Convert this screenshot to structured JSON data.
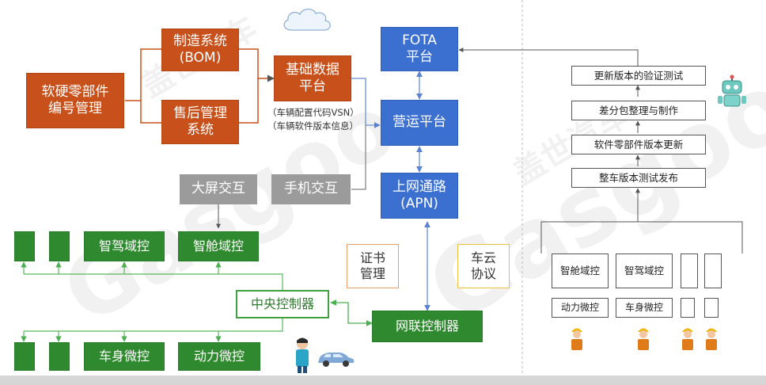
{
  "left": {
    "part_mgmt": "软硬零部件\n编号管理",
    "manufacturing": "制造系统\n(BOM)",
    "after_sales": "售后管理\n系统",
    "base_data": "基础数据\n平台",
    "note": "（车辆配置代码VSN）\n（车辆软件版本信息）",
    "big_screen": "大屏交互",
    "phone": "手机交互",
    "fota": "FOTA\n平台",
    "operation": "营运平台",
    "apn": "上网通路\n(APN)",
    "cert": "证书\n管理",
    "cloud_proto": "车云\n协议",
    "smart_drive": "智驾域控",
    "smart_cabin": "智舱域控",
    "central": "中央控制器",
    "gateway": "网联控制器",
    "body_mcu": "车身微控",
    "power_mcu": "动力微控"
  },
  "right": {
    "step_verify": "更新版本的验证测试",
    "step_diff": "差分包整理与制作",
    "step_update": "软件零部件版本更新",
    "step_release": "整车版本测试发布",
    "cabin": "智舱域控",
    "drive": "智驾域控",
    "power": "动力微控",
    "body": "车身微控"
  },
  "watermark": {
    "brand": "Gasgoo",
    "cn": "盖世汽车"
  },
  "colors": {
    "orange": "#c8501a",
    "blue": "#3b6fd0",
    "green": "#2f8a2f",
    "gray": "#9b9b9b",
    "line_blue": "#6a8fd8",
    "line_green": "#5cb85c"
  }
}
